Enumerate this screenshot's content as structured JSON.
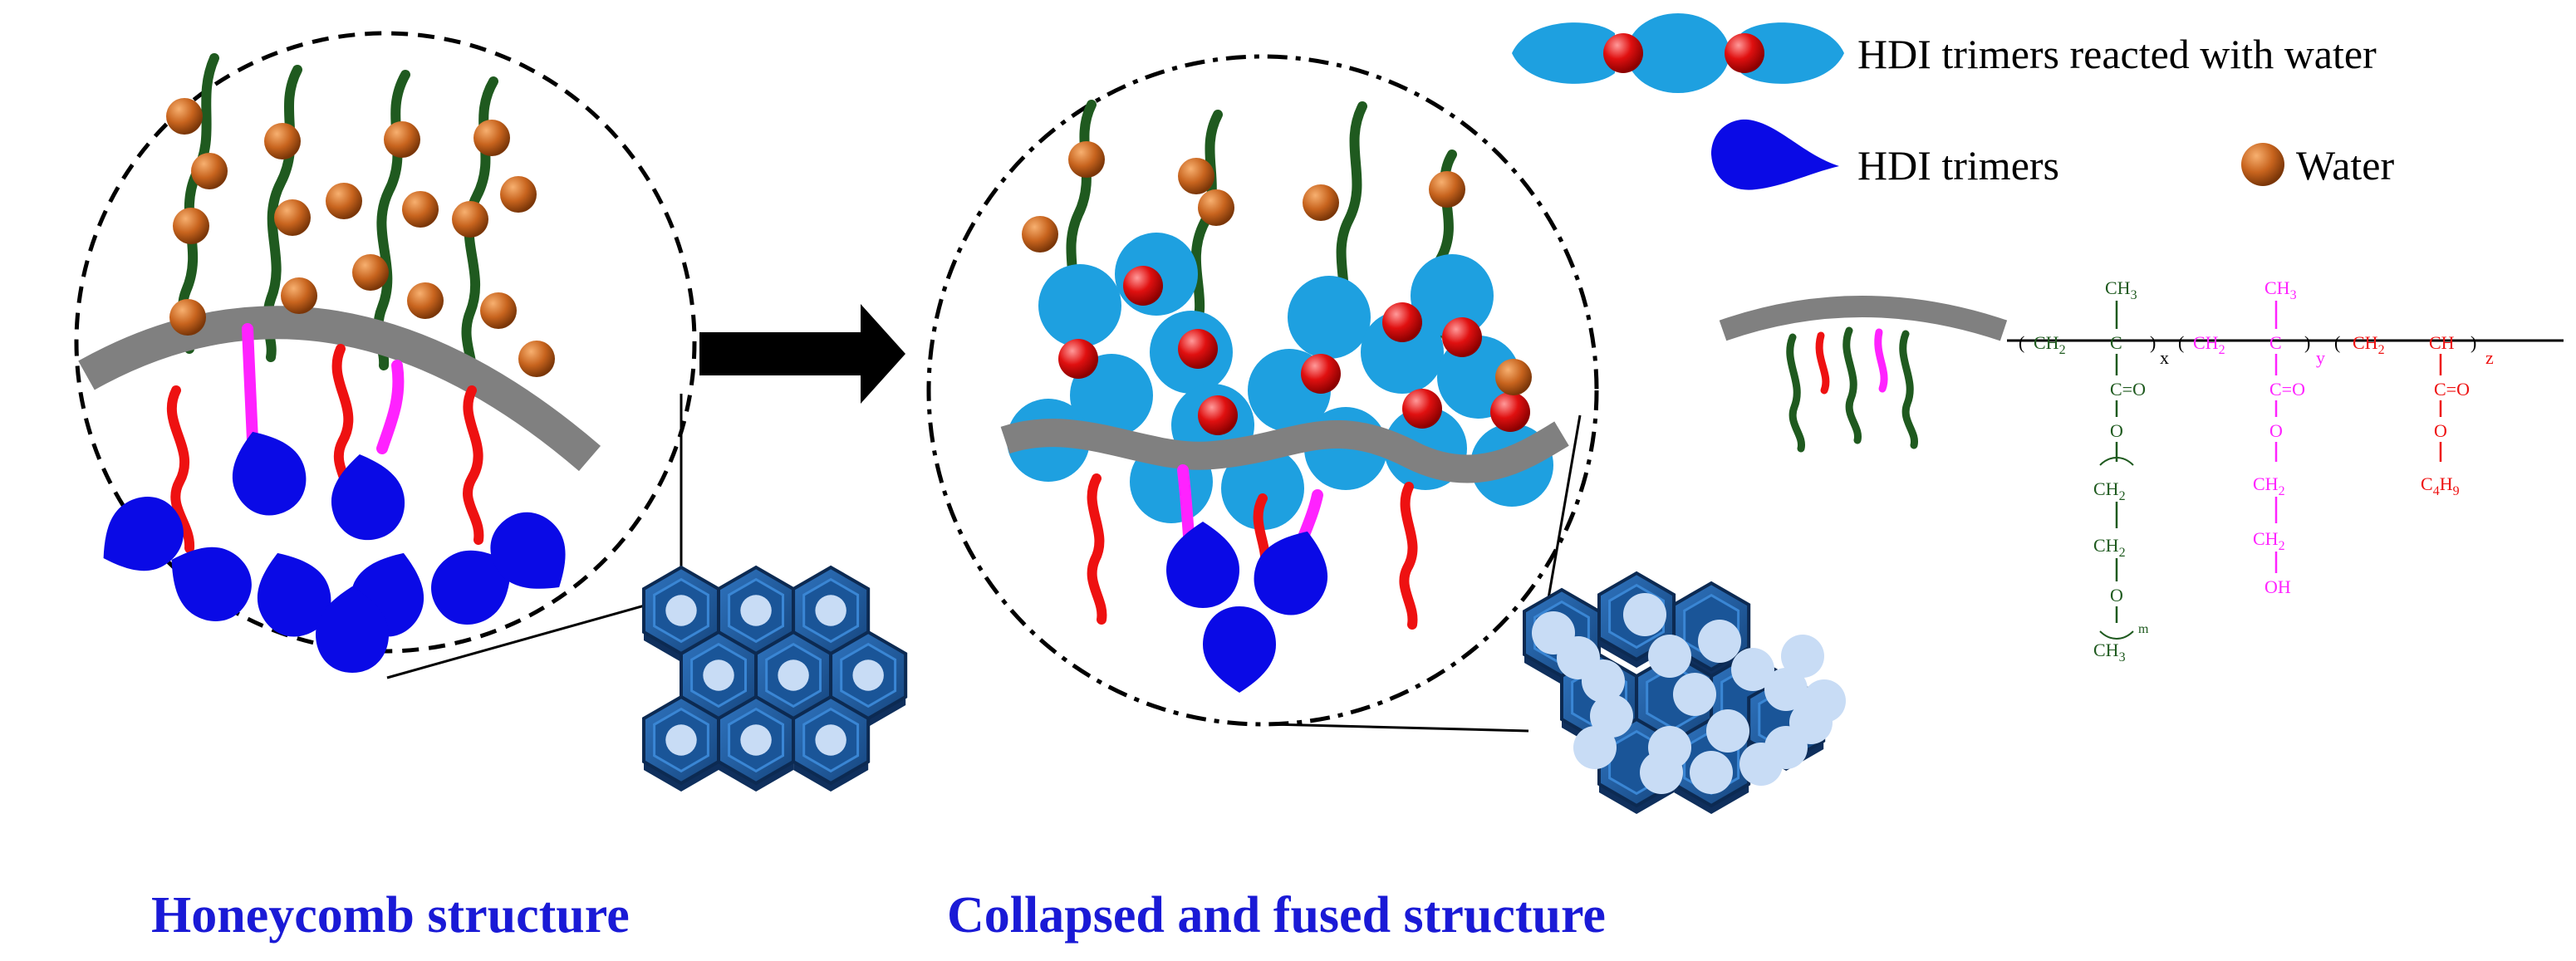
{
  "captions": {
    "left": "Honeycomb structure",
    "right": "Collapsed and fused structure"
  },
  "legend": {
    "reacted": "HDI trimers reacted with water",
    "trimer": "HDI trimers",
    "water": "Water"
  },
  "formula": {
    "ch3": "CH",
    "sub3": "3",
    "c": "C",
    "ch2": "CH",
    "sub2": "2",
    "co": "C=O",
    "o": "O",
    "oh": "OH",
    "ch": "CH",
    "c4h9": "C",
    "sub4": "4",
    "h9": "H",
    "sub9": "9",
    "x": "x",
    "y": "y",
    "z": "z",
    "m": "m"
  },
  "colors": {
    "hdi_trimer": "#0a0ae6",
    "reacted_trimer": "#1ea0e0",
    "reacted_node": "#e01010",
    "water": "#c8641e",
    "green_chain": "#1f5a1f",
    "red_chain": "#ee1111",
    "magenta_chain": "#ff22ff",
    "particle": "#808080",
    "honeycomb": "#1f5fa8",
    "caption": "#1a1ad6"
  }
}
